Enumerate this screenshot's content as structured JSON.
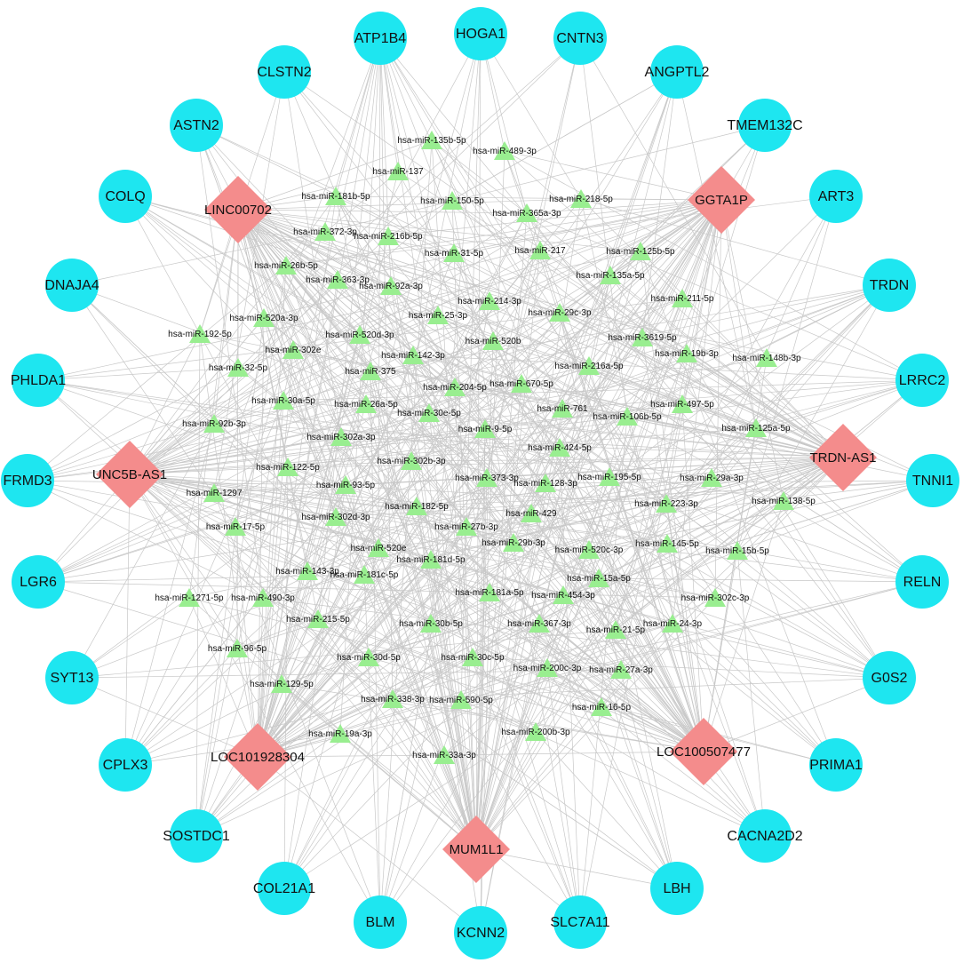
{
  "colors": {
    "mrna": "#1ee6f0",
    "lncrna": "#f48c8c",
    "mirna": "#99ee90",
    "edge": "#c8c8c8"
  },
  "shapes": {
    "mrna": "circle",
    "lncrna": "diamond",
    "mirna": "triangle"
  },
  "mrnas": [
    "HOGA1",
    "CNTN3",
    "ANGPTL2",
    "TMEM132C",
    "ART3",
    "TRDN",
    "LRRC2",
    "TNNI1",
    "RELN",
    "G0S2",
    "PRIMA1",
    "CACNA2D2",
    "LBH",
    "SLC7A11",
    "KCNN2",
    "BLM",
    "COL21A1",
    "SOSTDC1",
    "CPLX3",
    "SYT13",
    "LGR6",
    "FRMD3",
    "PHLDA1",
    "DNAJA4",
    "COLQ",
    "ASTN2",
    "CLSTN2",
    "ATP1B4"
  ],
  "lncrnas": [
    "LINC00702",
    "GGTA1P",
    "UNC5B-AS1",
    "TRDN-AS1",
    "LOC101928304",
    "LOC100507477",
    "MUM1L1"
  ],
  "mirnas": [
    "hsa-miR-135b-5p",
    "hsa-miR-489-3p",
    "hsa-miR-137",
    "hsa-miR-181b-5p",
    "hsa-miR-150-5p",
    "hsa-miR-218-5p",
    "hsa-miR-365a-3p",
    "hsa-miR-372-3p",
    "hsa-miR-216b-5p",
    "hsa-miR-217",
    "hsa-miR-31-5p",
    "hsa-miR-125b-5p",
    "hsa-miR-26b-5p",
    "hsa-miR-363-3p",
    "hsa-miR-92a-3p",
    "hsa-miR-135a-5p",
    "hsa-miR-214-3p",
    "hsa-miR-211-5p",
    "hsa-miR-520a-3p",
    "hsa-miR-29c-3p",
    "hsa-miR-25-3p",
    "hsa-miR-192-5p",
    "hsa-miR-520d-3p",
    "hsa-miR-3619-5p",
    "hsa-miR-302e",
    "hsa-miR-520b",
    "hsa-miR-19b-3p",
    "hsa-miR-148b-3p",
    "hsa-miR-142-3p",
    "hsa-miR-32-5p",
    "hsa-miR-375",
    "hsa-miR-216a-5p",
    "hsa-miR-204-5p",
    "hsa-miR-670-5p",
    "hsa-miR-30a-5p",
    "hsa-miR-26a-5p",
    "hsa-miR-497-5p",
    "hsa-miR-761",
    "hsa-miR-30e-5p",
    "hsa-miR-106b-5p",
    "hsa-miR-92b-3p",
    "hsa-miR-9-5p",
    "hsa-miR-125a-5p",
    "hsa-miR-302a-3p",
    "hsa-miR-424-5p",
    "hsa-miR-122-5p",
    "hsa-miR-302b-3p",
    "hsa-miR-373-3p",
    "hsa-miR-1297",
    "hsa-miR-128-3p",
    "hsa-miR-195-5p",
    "hsa-miR-29a-3p",
    "hsa-miR-93-5p",
    "hsa-miR-223-3p",
    "hsa-miR-138-5p",
    "hsa-miR-17-5p",
    "hsa-miR-182-5p",
    "hsa-miR-429",
    "hsa-miR-302d-3p",
    "hsa-miR-27b-3p",
    "hsa-miR-520e",
    "hsa-miR-29b-3p",
    "hsa-miR-145-5p",
    "hsa-miR-15b-5p",
    "hsa-miR-181d-5p",
    "hsa-miR-520c-3p",
    "hsa-miR-143-3p",
    "hsa-miR-181c-5p",
    "hsa-miR-181a-5p",
    "hsa-miR-15a-5p",
    "hsa-miR-1271-5p",
    "hsa-miR-490-3p",
    "hsa-miR-454-3p",
    "hsa-miR-302c-3p",
    "hsa-miR-215-5p",
    "hsa-miR-30b-5p",
    "hsa-miR-367-3p",
    "hsa-miR-21-5p",
    "hsa-miR-24-3p",
    "hsa-miR-96-5p",
    "hsa-miR-30d-5p",
    "hsa-miR-30c-5p",
    "hsa-miR-200c-3p",
    "hsa-miR-27a-3p",
    "hsa-miR-129-5p",
    "hsa-miR-338-3p",
    "hsa-miR-590-5p",
    "hsa-miR-16-5p",
    "hsa-miR-19a-3p",
    "hsa-miR-200b-3p",
    "hsa-miR-33a-3p"
  ]
}
